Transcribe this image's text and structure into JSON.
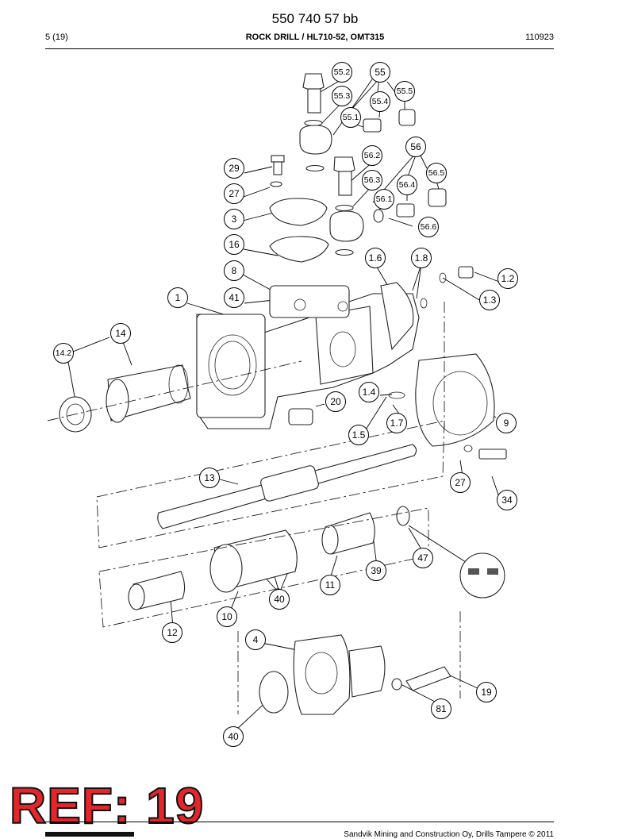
{
  "header": {
    "doc_number": "550 740 57 bb",
    "page": "5 (19)",
    "title": "ROCK DRILL / HL710-52, OMT315",
    "code": "110923"
  },
  "callouts": [
    "55.2",
    "55",
    "55.3",
    "55.5",
    "55.4",
    "55.1",
    "29",
    "56",
    "27",
    "56.2",
    "56.5",
    "56.3",
    "56.4",
    "56.1",
    "3",
    "56.6",
    "16",
    "1.6",
    "1.8",
    "8",
    "1.2",
    "41",
    "1",
    "1.3",
    "14",
    "14.2",
    "1.4",
    "20",
    "9",
    "1.7",
    "1.5",
    "13",
    "27",
    "34",
    "47",
    "39",
    "11",
    "40",
    "10",
    "12",
    "4",
    "19",
    "81",
    "40"
  ],
  "stamp": "REF: 19",
  "footer": {
    "copyright": "Sandvik Mining and Construction Oy, Drills Tampere © 2011"
  }
}
